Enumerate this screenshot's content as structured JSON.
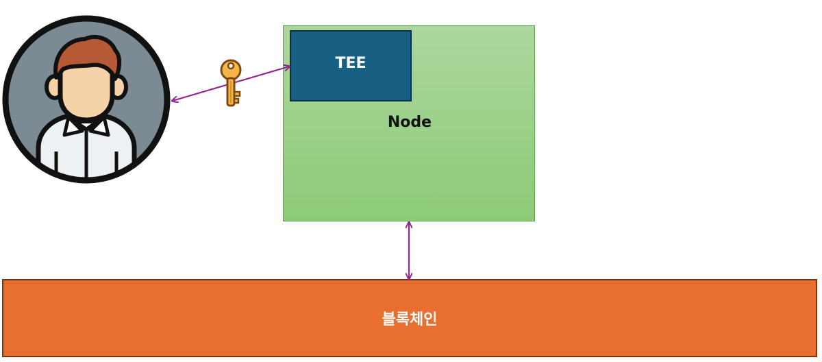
{
  "diagram": {
    "node": {
      "label": "Node"
    },
    "tee": {
      "label": "TEE"
    },
    "blockchain": {
      "label": "블록체인"
    },
    "user": {
      "icon": "user-avatar-icon"
    },
    "key": {
      "icon": "key-icon"
    },
    "colors": {
      "node_fill": "#a4d494",
      "tee_fill": "#175f83",
      "blockchain_fill": "#e86f2f",
      "arrow": "#92278f",
      "key": "#f5b548"
    }
  }
}
